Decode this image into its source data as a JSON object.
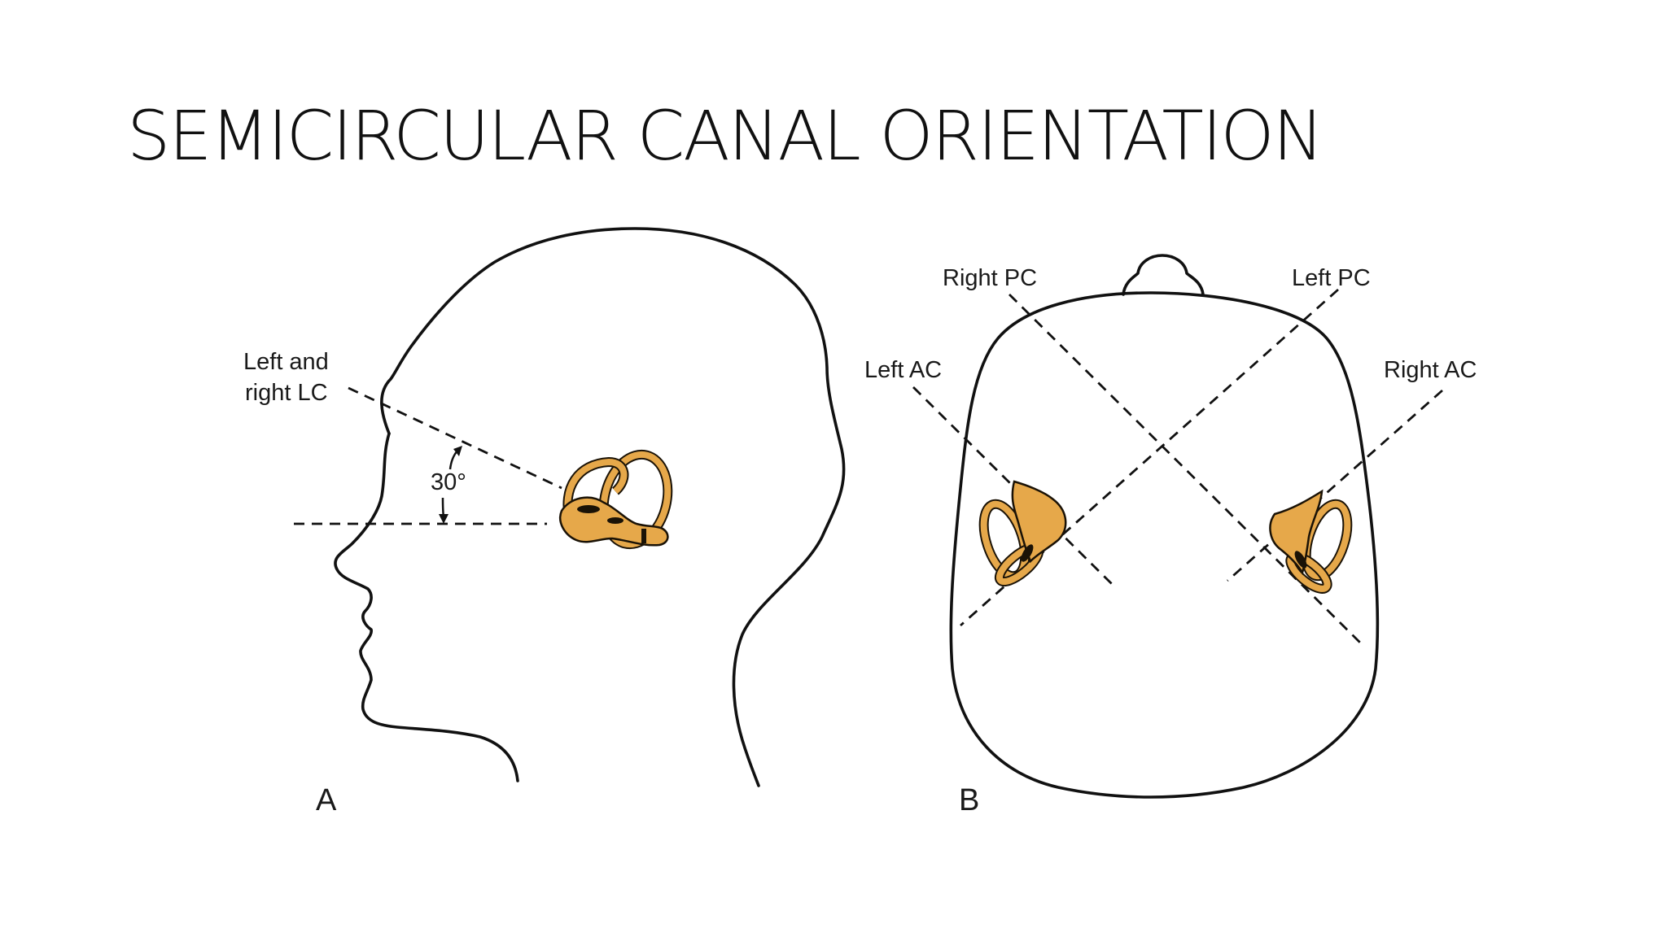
{
  "slide": {
    "title": "SEMICIRCULAR CANAL ORIENTATION"
  },
  "panel_a": {
    "panel_label": "A",
    "lc_label_line1": "Left and",
    "lc_label_line2": "right LC",
    "angle_label": "30°"
  },
  "panel_b": {
    "panel_label": "B",
    "right_pc_label": "Right PC",
    "left_pc_label": "Left PC",
    "left_ac_label": "Left AC",
    "right_ac_label": "Right AC"
  },
  "colors": {
    "background": "#ffffff",
    "labyrinth_fill": "#e6a84a",
    "line": "#111111"
  }
}
